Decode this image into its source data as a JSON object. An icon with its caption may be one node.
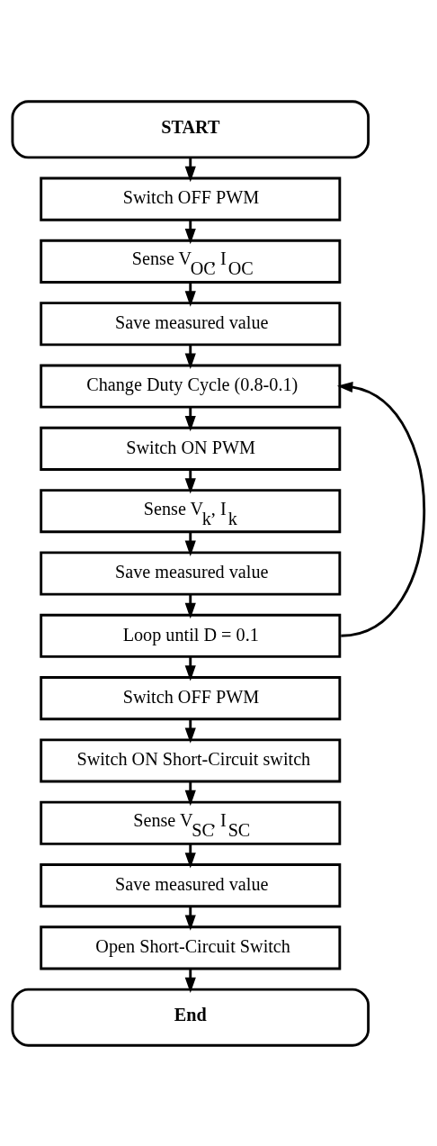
{
  "diagram": {
    "nodes": [
      {
        "text": [
          "START"
        ]
      },
      {
        "text": [
          "Switch OFF PWM"
        ]
      },
      {
        "text": [
          "Sense V$_{OC}$, I$_{OC}$"
        ]
      },
      {
        "text": [
          "Save measured value"
        ]
      },
      {
        "text": [
          "Change Duty Cycle (0.8-0.1)"
        ]
      },
      {
        "text": [
          "Switch ON PWM"
        ]
      },
      {
        "text": [
          "Sense V$_{k}$, I$_{k}$"
        ]
      },
      {
        "text": [
          "Save measured value"
        ]
      },
      {
        "text": [
          "Loop until D = 0.1"
        ]
      },
      {
        "text": [
          "Switch OFF PWM"
        ]
      },
      {
        "text": [
          "Switch ON Short-Circuit switch"
        ]
      },
      {
        "text": [
          "Sense V$_{SC}$, I$_{SC}$"
        ]
      },
      {
        "text": [
          "Save measured value"
        ]
      },
      {
        "text": [
          "Open Short-Circuit Switch"
        ]
      },
      {
        "text": [
          "End"
        ]
      }
    ],
    "edges": [
      {
        "from": 0,
        "to": 1,
        "arrow": "to"
      },
      {
        "from": 1,
        "to": 2,
        "arrow": "to"
      },
      {
        "from": 2,
        "to": 3,
        "arrow": "to"
      },
      {
        "from": 3,
        "to": 4,
        "arrow": "to"
      },
      {
        "from": 4,
        "to": 5,
        "arrow": "to"
      },
      {
        "from": 5,
        "to": 6,
        "arrow": "to"
      },
      {
        "from": 6,
        "to": 7,
        "arrow": "to"
      },
      {
        "from": 7,
        "to": 8,
        "arrow": "to"
      },
      {
        "from": 8,
        "to": 4,
        "arrow": "to"
      },
      {
        "from": 8,
        "to": 9,
        "arrow": "to"
      },
      {
        "from": 9,
        "to": 10,
        "arrow": "to"
      },
      {
        "from": 10,
        "to": 11,
        "arrow": "to"
      },
      {
        "from": 11,
        "to": 12,
        "arrow": "to"
      },
      {
        "from": 12,
        "to": 13,
        "arrow": "to"
      },
      {
        "from": 13,
        "to": 14,
        "arrow": "to"
      }
    ]
  }
}
